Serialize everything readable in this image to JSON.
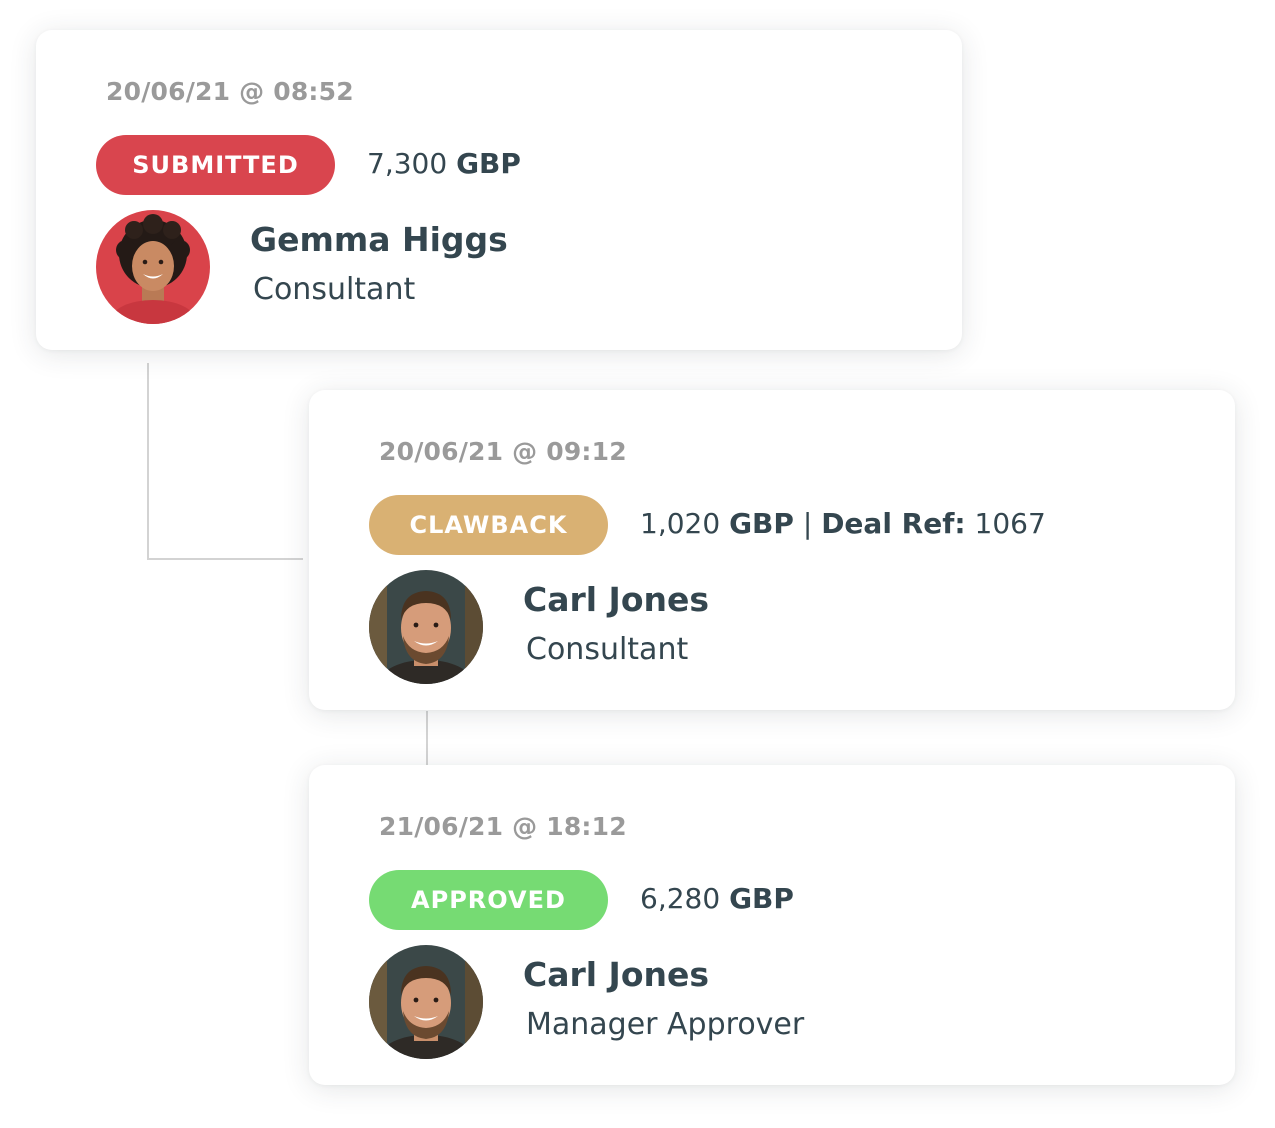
{
  "entries": [
    {
      "timestamp": "20/06/21 @ 08:52",
      "status": "SUBMITTED",
      "status_color": "#d9454e",
      "amount": "7,300",
      "currency": "GBP",
      "person": {
        "name": "Gemma Higgs",
        "role": "Consultant"
      }
    },
    {
      "timestamp": "20/06/21 @ 09:12",
      "status": "CLAWBACK",
      "status_color": "#d9b173",
      "amount": "1,020",
      "currency": "GBP",
      "separator": "|",
      "deal_ref_label": "Deal Ref:",
      "deal_ref": "1067",
      "person": {
        "name": "Carl Jones",
        "role": "Consultant"
      }
    },
    {
      "timestamp": "21/06/21 @ 18:12",
      "status": "APPROVED",
      "status_color": "#76db73",
      "amount": "6,280",
      "currency": "GBP",
      "person": {
        "name": "Carl Jones",
        "role": "Manager Approver"
      }
    }
  ],
  "avatars": {
    "gemma": "avatar-photo-woman",
    "carl": "avatar-photo-man"
  }
}
